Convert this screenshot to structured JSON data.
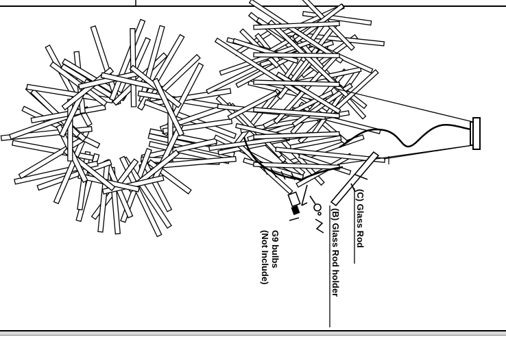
{
  "labels": {
    "glass_rod": "(C) Glass Rod",
    "glass_rod_holder": "(B) Glass Rod holder",
    "bulb_line1": "G9 bulbs",
    "bulb_line2": "(Not Include)"
  },
  "colors": {
    "ink": "#000000",
    "rod_fill": "#ffffff",
    "bottom_band": "#d9d9d9"
  }
}
